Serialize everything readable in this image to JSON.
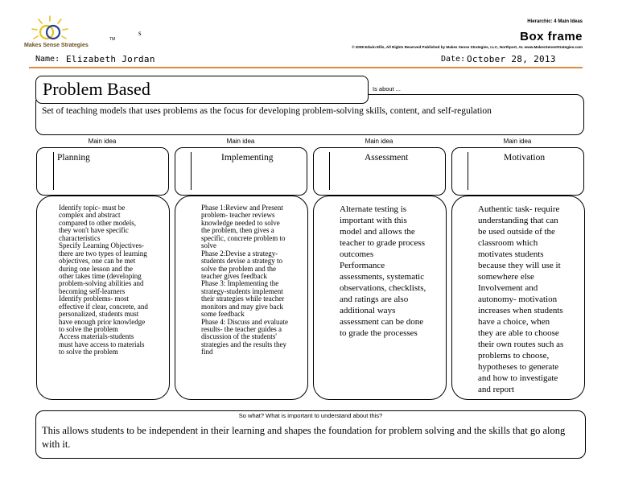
{
  "header": {
    "brand": "Makes Sense Strategies",
    "tm": "TM",
    "s_mark": "s",
    "name_label": "Name:",
    "name_value": "Elizabeth Jordan",
    "hierarchic": "Hierarchic: 4 Main Ideas",
    "frame_title": "Box frame",
    "copyright": "© 2008 Edwin Ellis, All Rights Reserved   Published by Makes Sense Strategies, LLC, Northport, AL   www.MakesSenseStrategies.com",
    "date_label": "Date:",
    "date_value": "October 28, 2013",
    "logo": "venn-sun-logo-icon",
    "accent_color": "#e28a3c"
  },
  "topic": {
    "title": "Problem Based",
    "is_about_label": "Is about ...",
    "is_about": "Set of teaching models that uses problems as the focus for developing problem-solving skills, content, and self-regulation"
  },
  "main_ideas": [
    {
      "label": "Main idea",
      "title": "Planning",
      "details": "Identify topic- must be\ncomplex and abstract\ncompared to other models,\nthey won't have specific\ncharacteristics\nSpecify Learning Objectives-\nthere are two types of learning\nobjectives, one can be met\nduring one lesson and the\nother takes time (developing\nproblem-solving abilities and\nbecoming self-learners\nIdentify problems- most\neffective if clear, concrete, and\npersonalized, students must\nhave enough prior knowledge\nto solve the problem\nAccess materials-students\nmust have access to materials\nto solve the problem"
    },
    {
      "label": "Main idea",
      "title": "Implementing",
      "details": "Phase 1:Review and Present\nproblem- teacher reviews\nknowledge needed to solve\nthe problem, then gives a\nspecific, concrete problem to\nsolve\nPhase 2:Devise a strategy-\nstudents devise a strategy to\nsolve the problem and the\nteacher gives feedback\nPhase 3: Implementing the\nstrategy-students implement\ntheir strategies while teacher\nmonitors and may give back\nsome feedback\nPhase 4: Discuss and evaluate\nresults- the teacher guides a\ndiscussion of the students'\nstrategies and the results they\nfind"
    },
    {
      "label": "Main idea",
      "title": "Assessment",
      "details": "Alternate testing is\nimportant with this\nmodel and allows the\nteacher to grade process\noutcomes\nPerformance\nassessments, systematic\nobservations, checklists,\nand ratings are also\nadditional ways\nassessment can be done\nto grade the processes"
    },
    {
      "label": "Main idea",
      "title": "Motivation",
      "details": "Authentic task- require\nunderstanding that can\nbe used outside of the\nclassroom which\nmotivates students\nbecause they will use it\nsomewhere else\nInvolvement and\nautonomy- motivation\nincreases when students\nhave a choice, when\nthey are able to choose\ntheir own routes such as\nproblems to choose,\nhypotheses to generate\nand how to investigate\nand report"
    }
  ],
  "so_what": {
    "label": "So what? What is important to understand about this?",
    "text": "This allows students to be independent in their learning and shapes the foundation for problem solving and the skills that go along with it."
  }
}
